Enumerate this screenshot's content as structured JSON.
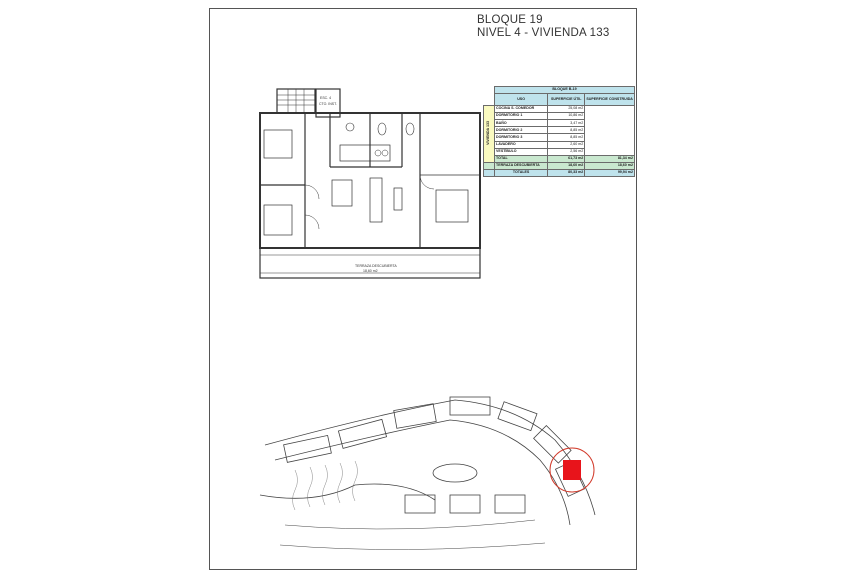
{
  "document": {
    "title_line_1": "BLOQUE 19",
    "title_line_2": "NIVEL 4 - VIVIENDA 133"
  },
  "areas_table": {
    "block_header": "BLOQUE B-19",
    "col_use": "USO",
    "col_useful": "SUPERFICIE ÚTIL",
    "col_built": "SUPERFICIE CONSTRUIDA",
    "side_label": "VIVIENDA 133",
    "rows": [
      {
        "room": "COCINA S. COMEDOR",
        "useful": "25,08 m2"
      },
      {
        "room": "DORMITORIO 1",
        "useful": "10,86 m2"
      },
      {
        "room": "BAÑO",
        "useful": "3,47 m2"
      },
      {
        "room": "DORMITORIO 2",
        "useful": "8,85 m2"
      },
      {
        "room": "DORMITORIO 3",
        "useful": "8,85 m2"
      },
      {
        "room": "LAVADERO",
        "useful": "2,60 m2"
      },
      {
        "room": "VESTÍBULO",
        "useful": "2,56 m2"
      }
    ],
    "total_label": "TOTAL",
    "total_useful": "61,73 m2",
    "total_built": "81,34 m2",
    "terrace_label": "TERRAZA DESCUBIERTA",
    "terrace_useful": "18,60 m2",
    "terrace_built": "18,60 m2",
    "grand_label": "TOTALES",
    "grand_useful": "80,33 m2",
    "grand_built": "99,94 m2"
  },
  "floor_plan": {
    "stair_label_1": "ESC. 4",
    "stair_label_2": "CTO. INST.",
    "terrace_note_1": "TERRAZA DESCUBIERTA",
    "terrace_note_2": "18,60 m2"
  },
  "site_plan": {
    "highlight_color": "#e8141b",
    "circle_color": "#d23a2a"
  }
}
